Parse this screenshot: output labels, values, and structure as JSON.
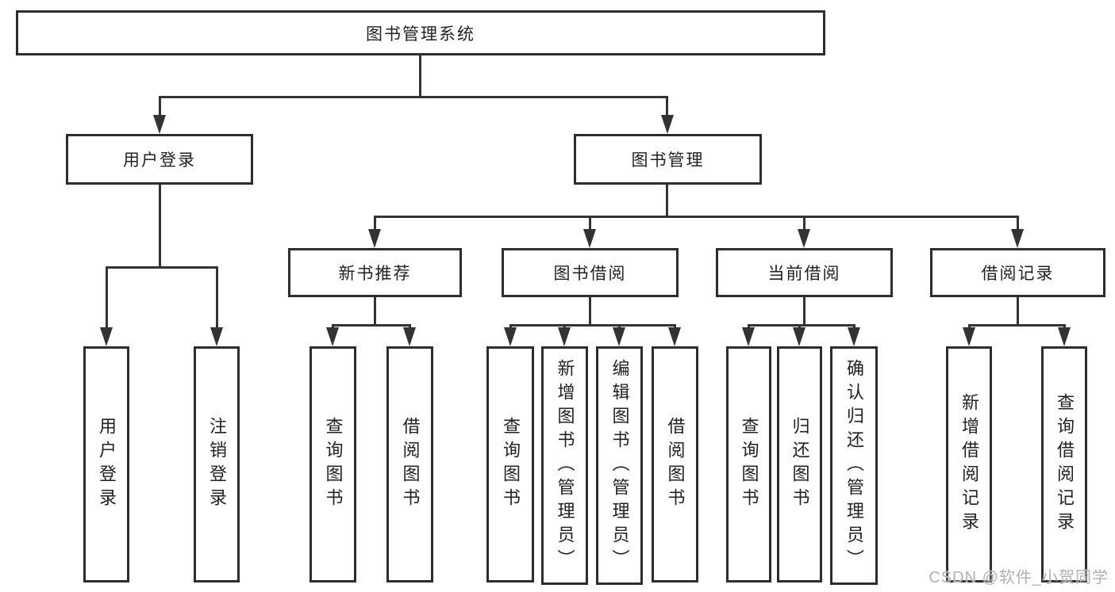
{
  "diagram": {
    "title": "图书管理系统",
    "root": {
      "label": "图书管理系统"
    },
    "level1": [
      {
        "label": "用户登录"
      },
      {
        "label": "图书管理"
      }
    ],
    "level2": [
      {
        "label": "新书推荐",
        "parent": "图书管理"
      },
      {
        "label": "图书借阅",
        "parent": "图书管理"
      },
      {
        "label": "当前借阅",
        "parent": "图书管理"
      },
      {
        "label": "借阅记录",
        "parent": "图书管理"
      }
    ],
    "leaves": [
      {
        "label": "用户登录",
        "parent": "用户登录"
      },
      {
        "label": "注销登录",
        "parent": "用户登录"
      },
      {
        "label": "查询图书",
        "parent": "新书推荐"
      },
      {
        "label": "借阅图书",
        "parent": "新书推荐"
      },
      {
        "label": "查询图书",
        "parent": "图书借阅"
      },
      {
        "label": "新增图书（管理员）",
        "parent": "图书借阅"
      },
      {
        "label": "编辑图书（管理员）",
        "parent": "图书借阅"
      },
      {
        "label": "借阅图书",
        "parent": "图书借阅"
      },
      {
        "label": "查询图书",
        "parent": "当前借阅"
      },
      {
        "label": "归还图书",
        "parent": "当前借阅"
      },
      {
        "label": "确认归还（管理员）",
        "parent": "当前借阅"
      },
      {
        "label": "新增借阅记录",
        "parent": "借阅记录"
      },
      {
        "label": "查询借阅记录",
        "parent": "借阅记录"
      }
    ]
  },
  "watermark": {
    "text": "CSDN @软件_小贺同学"
  },
  "colors": {
    "line": "#333333",
    "box_border": "#2d2d2d",
    "text": "#222222",
    "watermark": "#b0b0b0",
    "background": "#ffffff"
  }
}
